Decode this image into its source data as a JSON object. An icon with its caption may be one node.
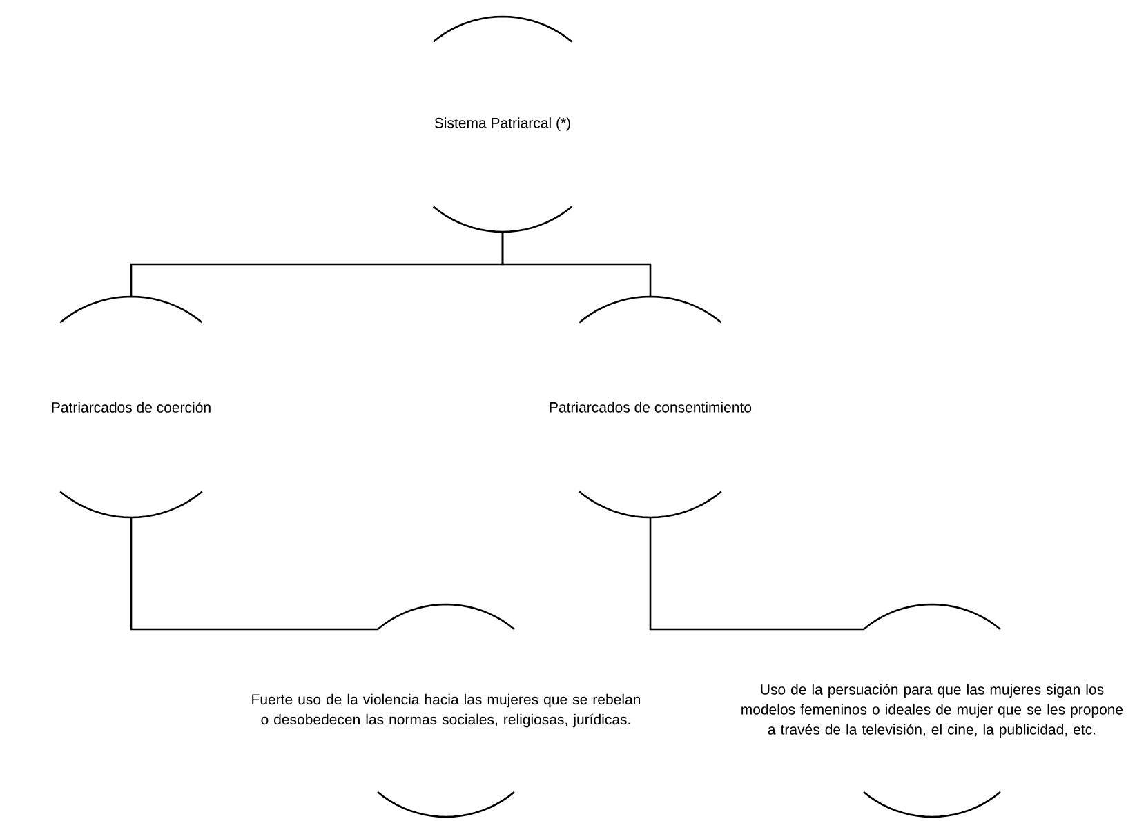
{
  "diagram": {
    "nodes": [
      {
        "text": [
          "Sistema Patriarcal (*)"
        ]
      },
      {
        "text": [
          "Patriarcados de coerción"
        ]
      },
      {
        "text": [
          "Patriarcados de consentimiento"
        ]
      },
      {
        "text": [
          "Fuerte uso de la violencia hacia las mujeres que se rebelan o desobedecen las normas sociales, religiosas, jurídicas."
        ]
      },
      {
        "text": [
          "Uso de la persuación para que las mujeres sigan los modelos femeninos o ideales de mujer que se les propone a través de la televisión, el cine, la publicidad, etc."
        ]
      }
    ],
    "edges": [
      {
        "from": 0,
        "to": 1,
        "arrow": "none"
      },
      {
        "from": 0,
        "to": 2,
        "arrow": "none"
      },
      {
        "from": 1,
        "to": 3,
        "arrow": "none"
      },
      {
        "from": 2,
        "to": 4,
        "arrow": "none"
      }
    ]
  }
}
